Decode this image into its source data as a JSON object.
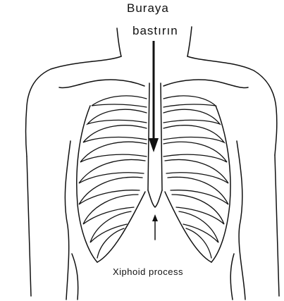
{
  "labels": {
    "press_here_line1": "Buraya",
    "press_here_line2": "bastırın",
    "xiphoid": "Xiphoid process"
  },
  "colors": {
    "ink": "#111111",
    "background": "#ffffff"
  }
}
